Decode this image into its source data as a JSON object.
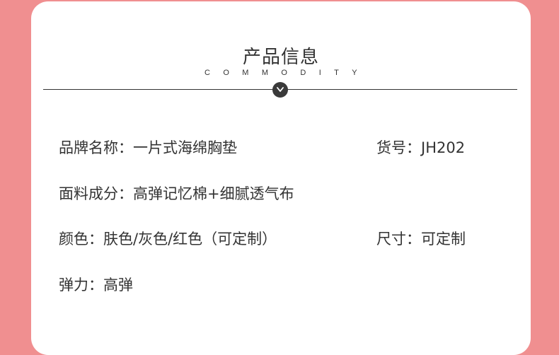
{
  "header": {
    "title": "产品信息",
    "subtitle": "COMMODITY"
  },
  "colors": {
    "background": "#f08f90",
    "card": "#ffffff",
    "text": "#333333"
  },
  "icons": {
    "divider_badge": "chevron-down-icon"
  },
  "fields": {
    "brand": "品牌名称：一片式海绵胸垫",
    "model": "货号：JH202",
    "material": "面料成分：高弹记忆棉+细腻透气布",
    "color": "颜色：肤色/灰色/红色（可定制）",
    "size": "尺寸：可定制",
    "elasticity": "弹力：高弹"
  }
}
